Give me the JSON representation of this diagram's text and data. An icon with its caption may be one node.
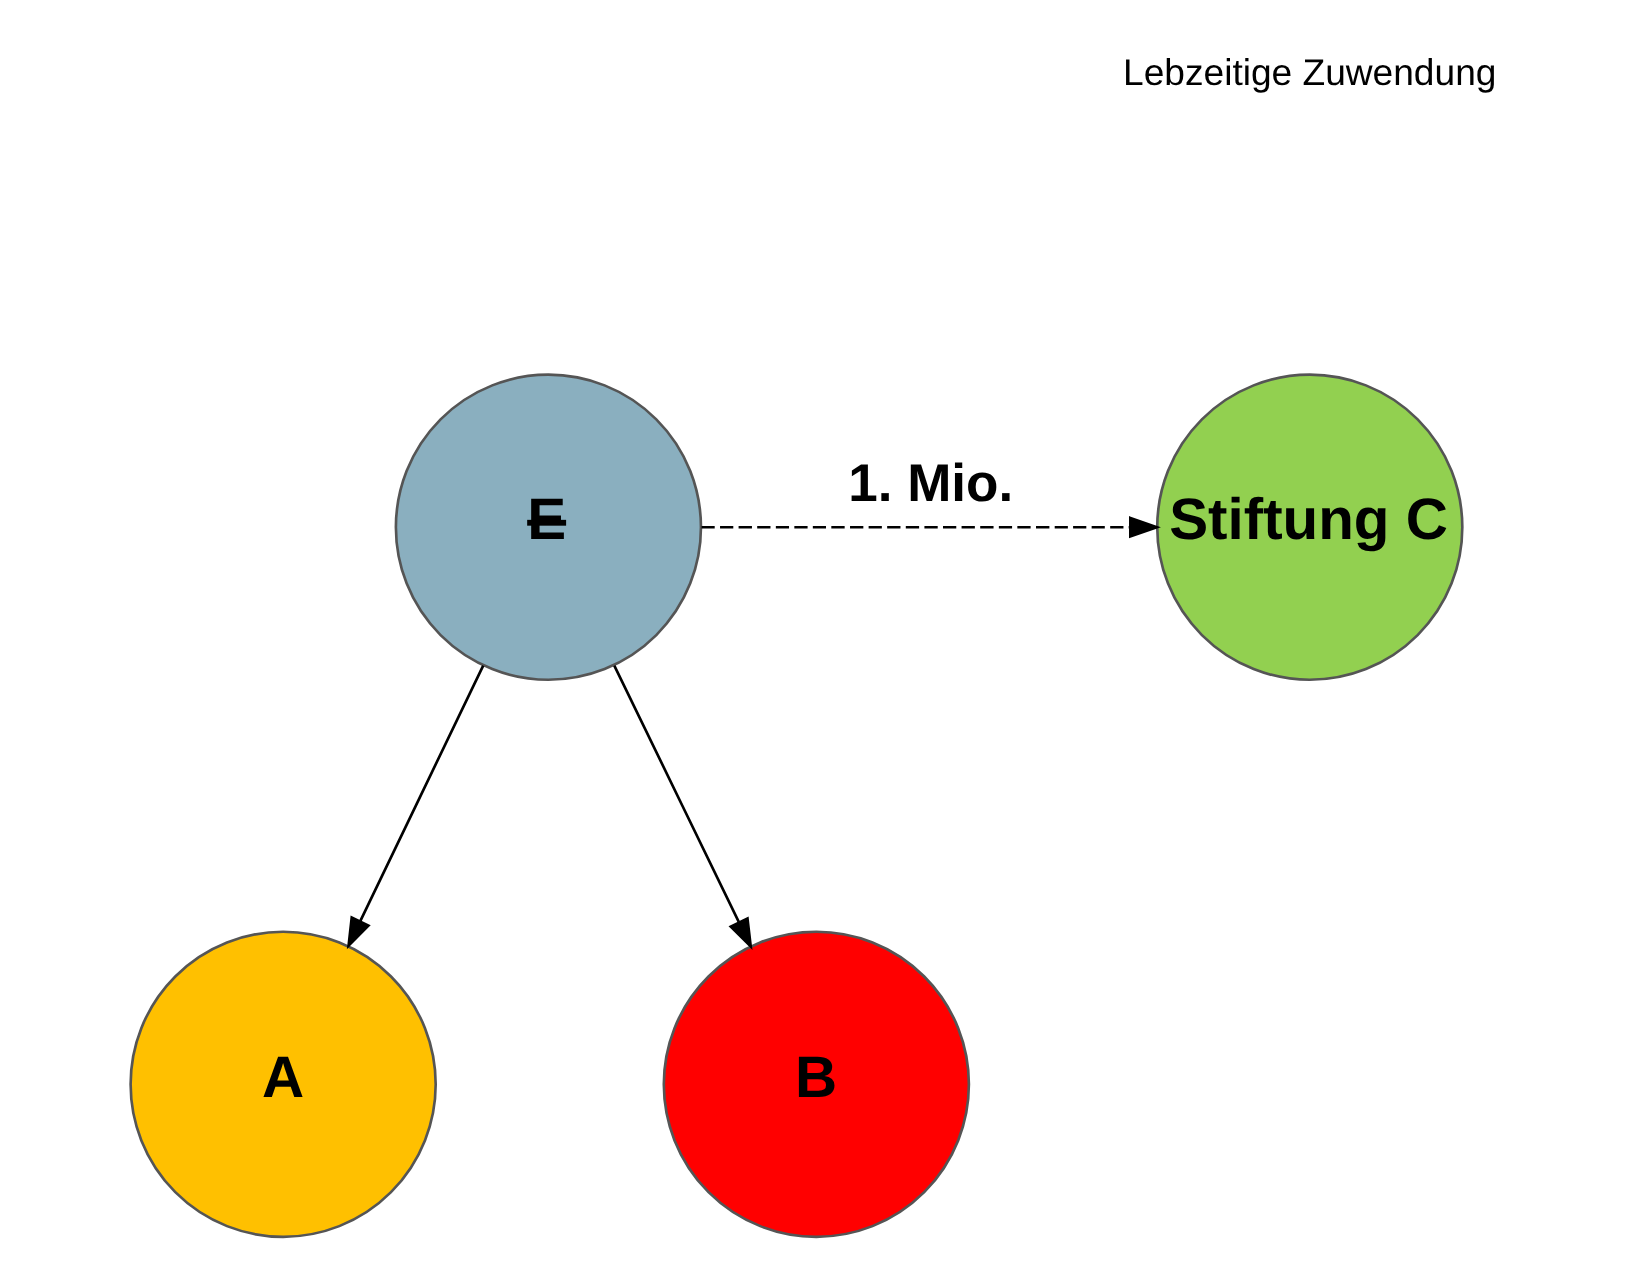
{
  "diagram": {
    "nodes": [
      {
        "text": [
          "E"
        ]
      },
      {
        "text": [
          "Stiftung C"
        ]
      },
      {
        "text": [
          "A"
        ]
      },
      {
        "text": [
          "B"
        ]
      }
    ],
    "edges": [
      {
        "from": 0,
        "to": 1,
        "arrow": "to",
        "style": "dashed",
        "label": "1. Mio."
      },
      {
        "from": 0,
        "to": 2,
        "arrow": "to"
      },
      {
        "from": 0,
        "to": 3,
        "arrow": "to"
      }
    ],
    "labels": [
      "Lebzeitige Zuwendung"
    ]
  }
}
